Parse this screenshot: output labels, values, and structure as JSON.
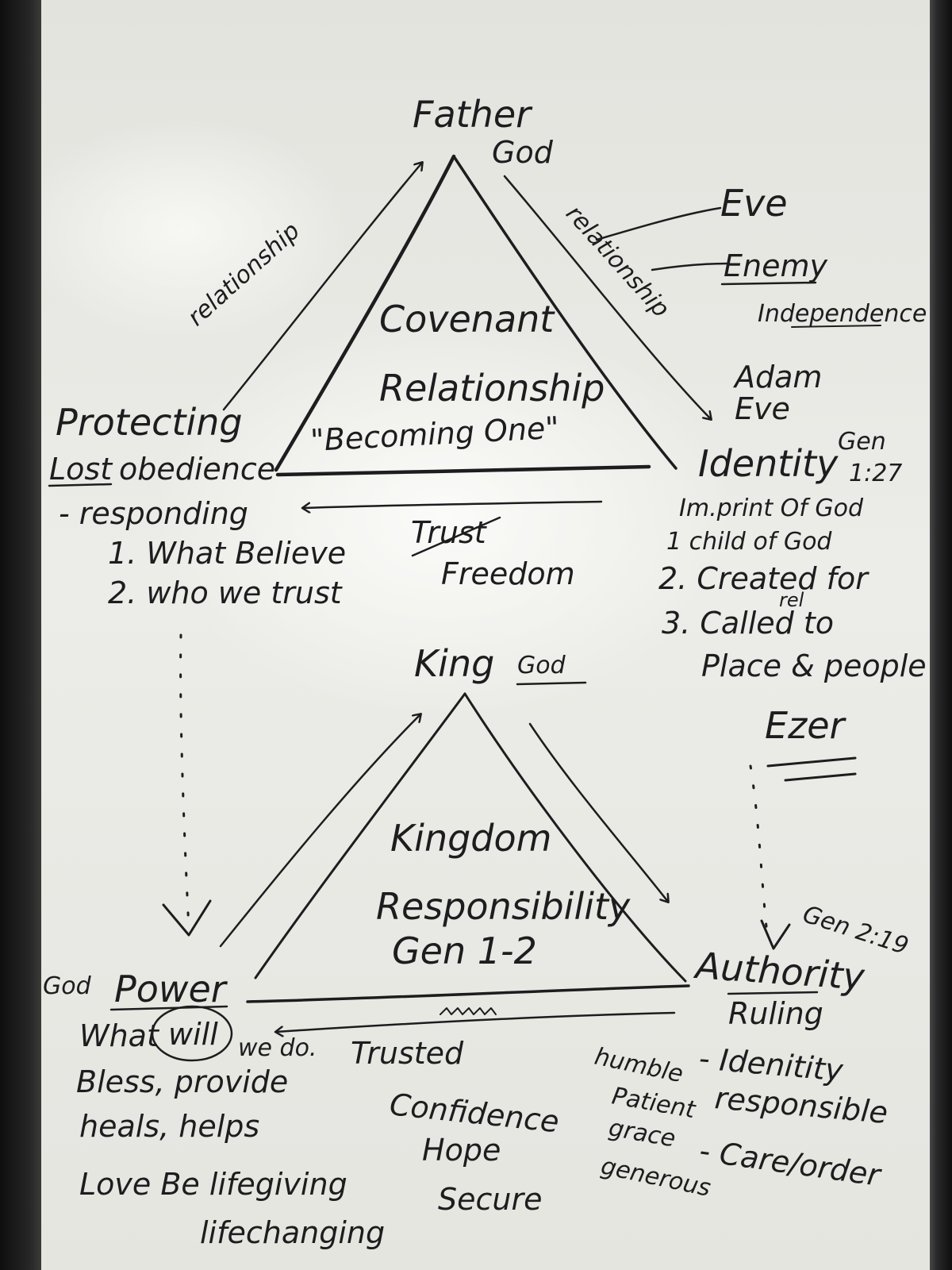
{
  "top_triangle": {
    "apex_title": "Father",
    "apex_sub": "God",
    "center_lines": [
      "Covenant",
      "Relationship",
      "\"Becoming One\""
    ],
    "left_edge_label": "relationship",
    "right_edge_label": "relationship",
    "bottom_edge_strikethrough": "Trust",
    "bottom_edge_label": "Freedom"
  },
  "right_top_notes": {
    "eve": "Eve",
    "enemy": "Enemy",
    "independence": "Independence",
    "adam": "Adam",
    "eve2": "Eve",
    "gen": "Gen",
    "gen_ref": "1:27",
    "identity": "Identity",
    "lines": [
      "Im.print Of God",
      "1 child of God",
      "2. Created for",
      "rel",
      "3. Called to",
      "Place & people"
    ]
  },
  "left_top_notes": {
    "protecting": "Protecting",
    "lost": "Lost",
    "obedience": "obedience",
    "responding": "- responding",
    "items": [
      "1. What Believe",
      "2. who we trust"
    ]
  },
  "bottom_triangle": {
    "apex_title": "King",
    "apex_sub": "God",
    "center_lines": [
      "Kingdom",
      "Responsibility",
      "Gen 1-2"
    ],
    "ezer": "Ezer",
    "gen_ref": "Gen 2:19"
  },
  "left_bottom_notes": {
    "god": "God",
    "power": "Power",
    "what": "What",
    "will": "will",
    "we_do": "we do.",
    "lines": [
      "Bless, provide",
      "heals, helps",
      "Love  Be lifegiving",
      "lifechanging"
    ]
  },
  "center_bottom_notes": {
    "lines": [
      "Trusted",
      "Confidence",
      "Hope",
      "Secure"
    ]
  },
  "right_bottom_notes": {
    "authority": "Authority",
    "ruling": "Ruling",
    "identity": "- Idenitity",
    "responsible": "responsible",
    "care": "- Care/order",
    "traits": [
      "humble",
      "Patient",
      "grace",
      "generous"
    ]
  }
}
